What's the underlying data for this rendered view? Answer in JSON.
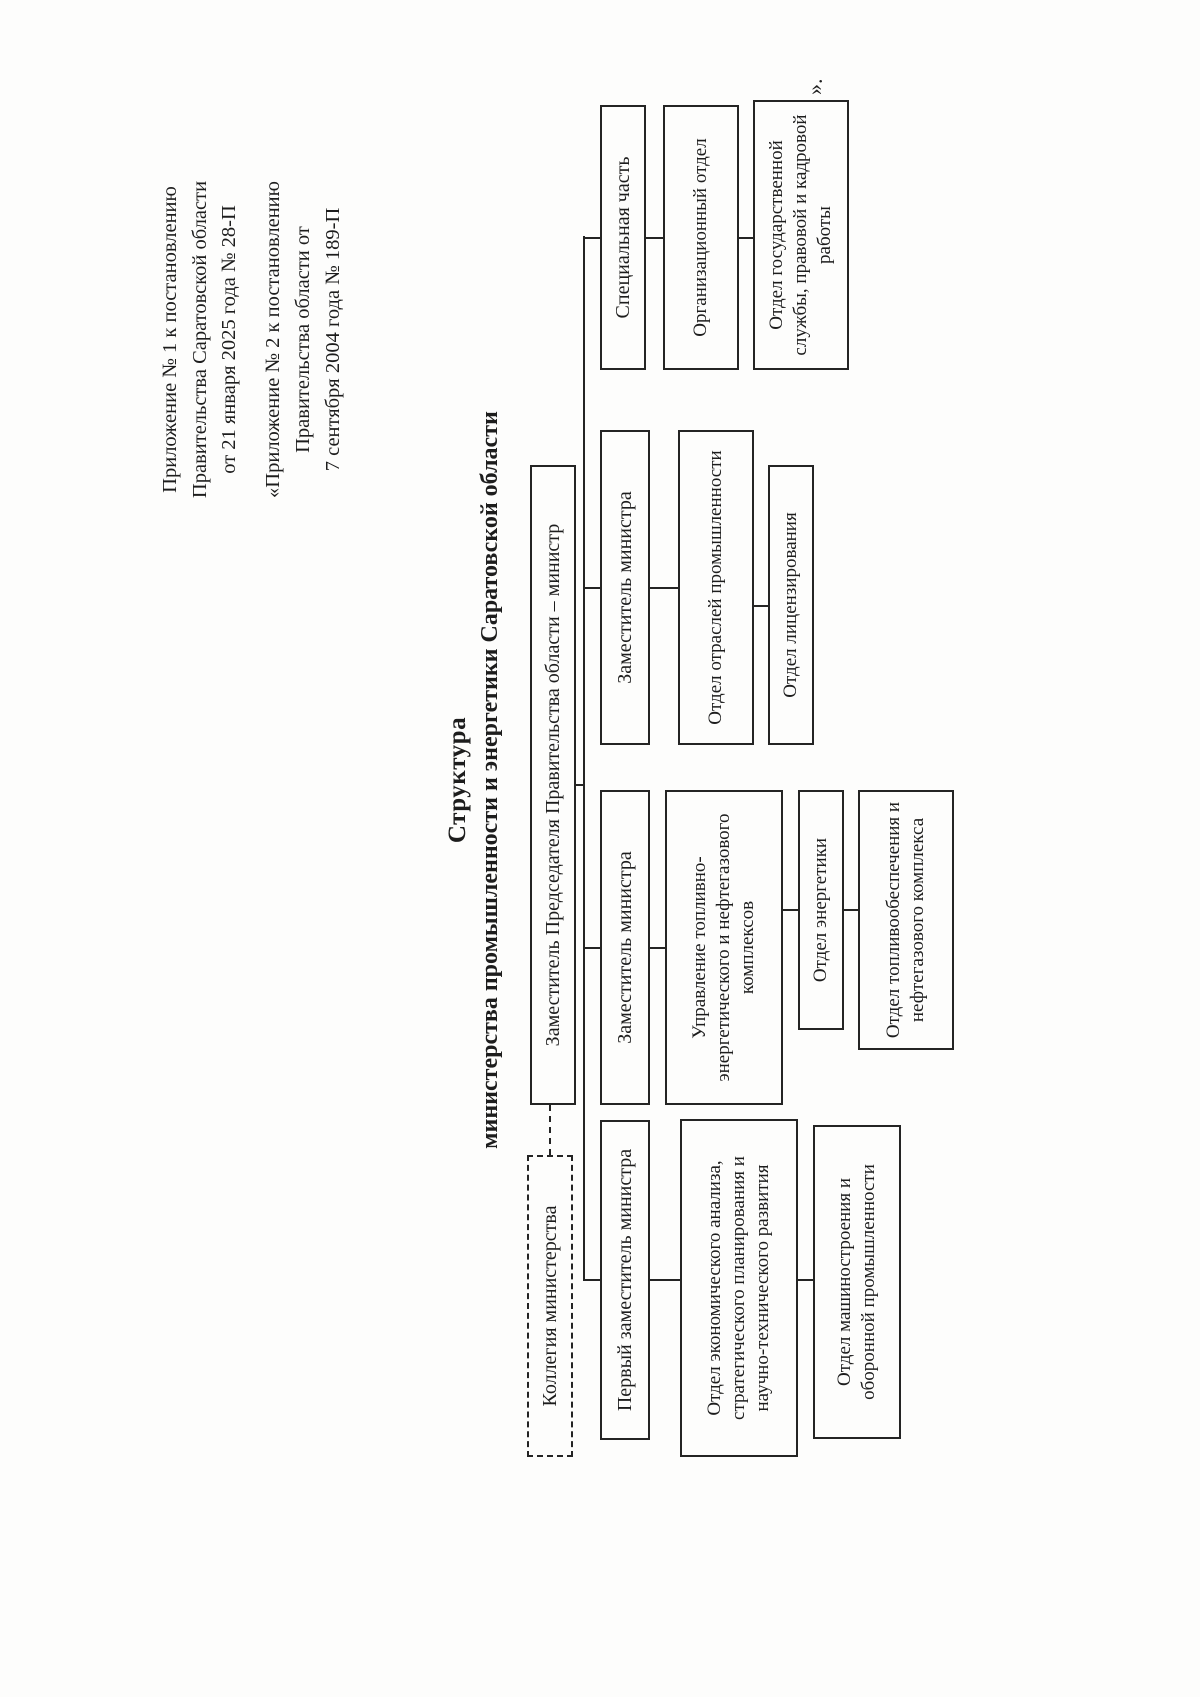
{
  "document": {
    "annex_1": {
      "lines": [
        "Приложение № 1 к постановлению",
        "Правительства Саратовской области",
        "от 21 января 2025 года № 28-П"
      ]
    },
    "annex_2": {
      "lines": [
        "«Приложение № 2 к постановлению",
        "Правительства области от",
        "7 сентября 2004 года № 189-П"
      ]
    },
    "title_line_1": "Структура",
    "title_line_2": "министерства промышленности и энергетики Саратовской области",
    "closing_mark": "»."
  },
  "org_chart": {
    "minister": "Заместитель Председателя Правительства области – министр",
    "collegium": "Коллегия министерства",
    "branches": [
      {
        "head": "Первый заместитель министра",
        "departments": [
          "Отдел экономического анализа, стратегического планирования и научно-технического развития",
          "Отдел машиностроения и оборонной промышленности"
        ]
      },
      {
        "head": "Заместитель министра",
        "departments": [
          "Управление топливно-энергетического и нефтегазового комплексов",
          "Отдел энергетики",
          "Отдел топливообеспечения и нефтегазового комплекса"
        ]
      },
      {
        "head": "Заместитель министра",
        "departments": [
          "Отдел отраслей промышленности",
          "Отдел лицензирования"
        ]
      },
      {
        "head": "Специальная часть",
        "departments": [
          "Организационный отдел",
          "Отдел государственной службы, правовой и кадровой работы"
        ]
      }
    ]
  }
}
